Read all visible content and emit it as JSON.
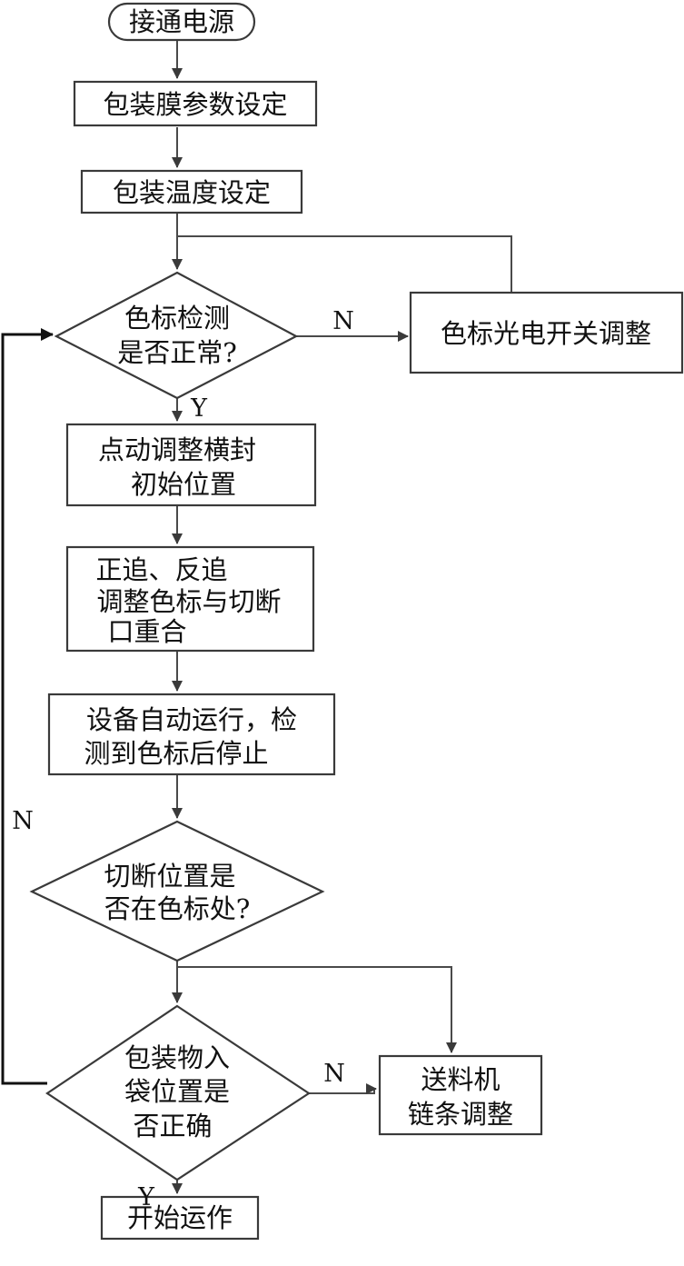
{
  "nodes": {
    "start": "接通电源",
    "film_params": "包装膜参数设定",
    "temp_set": "包装温度设定",
    "mark_check": [
      "色标检测",
      "是否正常?"
    ],
    "photo_adjust": "色标光电开关调整",
    "jog_adjust": [
      "点动调整横封",
      "初始位置"
    ],
    "chase_adjust": [
      "正追、反追",
      "调整色标与切断",
      "口重合"
    ],
    "auto_run": [
      "设备自动运行，检",
      "测到色标后停止"
    ],
    "cut_check": [
      "切断位置是",
      "否在色标处?"
    ],
    "bag_check": [
      "包装物入",
      "袋位置是",
      "否正确"
    ],
    "feeder_adjust": [
      "送料机",
      "链条调整"
    ],
    "end": "开始运作"
  },
  "edge_labels": {
    "mark_no": "N",
    "mark_yes": "Y",
    "bag_no": "N",
    "bag_yes": "Y",
    "loop_no": "N"
  }
}
